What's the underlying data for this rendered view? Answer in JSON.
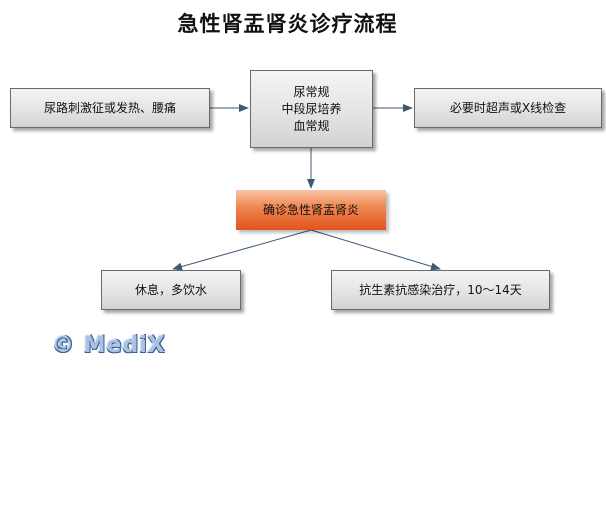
{
  "title": "急性肾盂肾炎诊疗流程",
  "nodes": {
    "symptoms": "尿路刺激征或发热、腰痛",
    "tests": [
      "尿常规",
      "中段尿培养",
      "血常规"
    ],
    "imaging": "必要时超声或X线检查",
    "diagnosis": "确诊急性肾盂肾炎",
    "rest": "休息，多饮水",
    "antibiotics": "抗生素抗感染治疗，10～14天"
  },
  "watermark": "© MediX",
  "colors": {
    "box_border": "#6a6a6a",
    "box_fill": "#e4e4e4",
    "diagnosis_fill": "#f08a55",
    "connector": "#3d5a73"
  }
}
